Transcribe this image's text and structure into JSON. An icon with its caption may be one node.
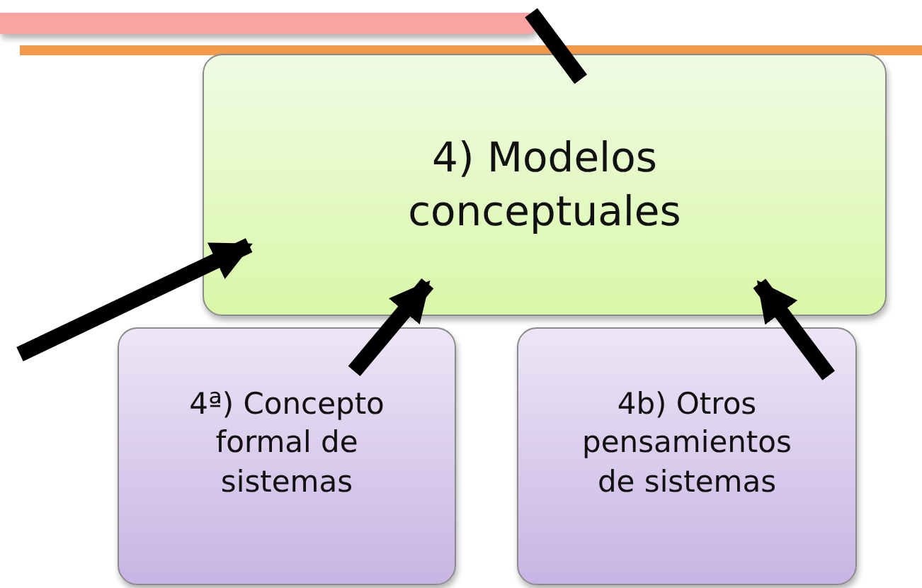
{
  "diagram": {
    "nodes": [
      {
        "text": [],
        "shape": "bar"
      },
      {
        "text": [
          "4) Modelos conceptuales"
        ]
      },
      {
        "text": [
          "4ª) Concepto formal de sistemas"
        ]
      },
      {
        "text": [
          "4b) Otros pensamientos de sistemas"
        ]
      }
    ],
    "edges": [
      {
        "from": 0,
        "to": 1,
        "arrow": "none"
      },
      {
        "from": null,
        "to": 1,
        "arrow": "to"
      },
      {
        "from": 2,
        "to": 1,
        "arrow": "to"
      },
      {
        "from": 3,
        "to": 1,
        "arrow": "to"
      }
    ]
  }
}
